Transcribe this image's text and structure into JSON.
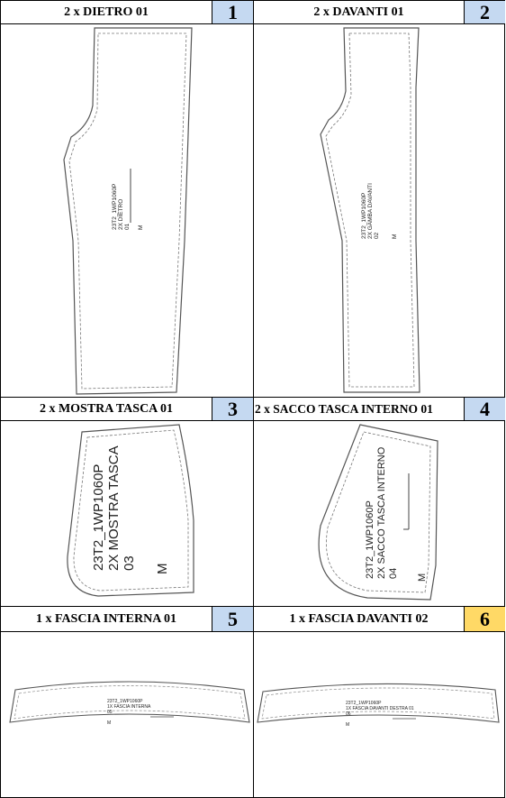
{
  "cells": [
    {
      "title": "2 x DIETRO 01",
      "number": "1",
      "badge_color": "#c5d9f1",
      "piece_labels": [
        "23T2_1WP1060P",
        "2X DIETRO",
        "01"
      ],
      "size": "M"
    },
    {
      "title": "2 x DAVANTI 01",
      "number": "2",
      "badge_color": "#c5d9f1",
      "piece_labels": [
        "23T2_1WP1060P",
        "2X GAMBA DAVANTI",
        "02"
      ],
      "size": "M"
    },
    {
      "title": "2 x MOSTRA TASCA 01",
      "number": "3",
      "badge_color": "#c5d9f1",
      "piece_labels": [
        "23T2_1WP1060P",
        "2X MOSTRA TASCA",
        "03"
      ],
      "size": "M"
    },
    {
      "title": "2 x SACCO TASCA INTERNO 01",
      "number": "4",
      "badge_color": "#c5d9f1",
      "piece_labels": [
        "23T2_1WP1060P",
        "2X SACCO TASCA INTERNO",
        "04"
      ],
      "size": "M"
    },
    {
      "title": "1 x FASCIA INTERNA 01",
      "number": "5",
      "badge_color": "#c5d9f1",
      "piece_labels": [
        "23T2_1WP1060P",
        "1X FASCIA INTERNA",
        "05"
      ],
      "size": "M"
    },
    {
      "title": "1 x FASCIA DAVANTI 02",
      "number": "6",
      "badge_color": "#ffd966",
      "piece_labels": [
        "23T2_1WP1060P",
        "1X FASCIA DAVANTI DESTRA 01",
        "06"
      ],
      "size": "M"
    }
  ]
}
